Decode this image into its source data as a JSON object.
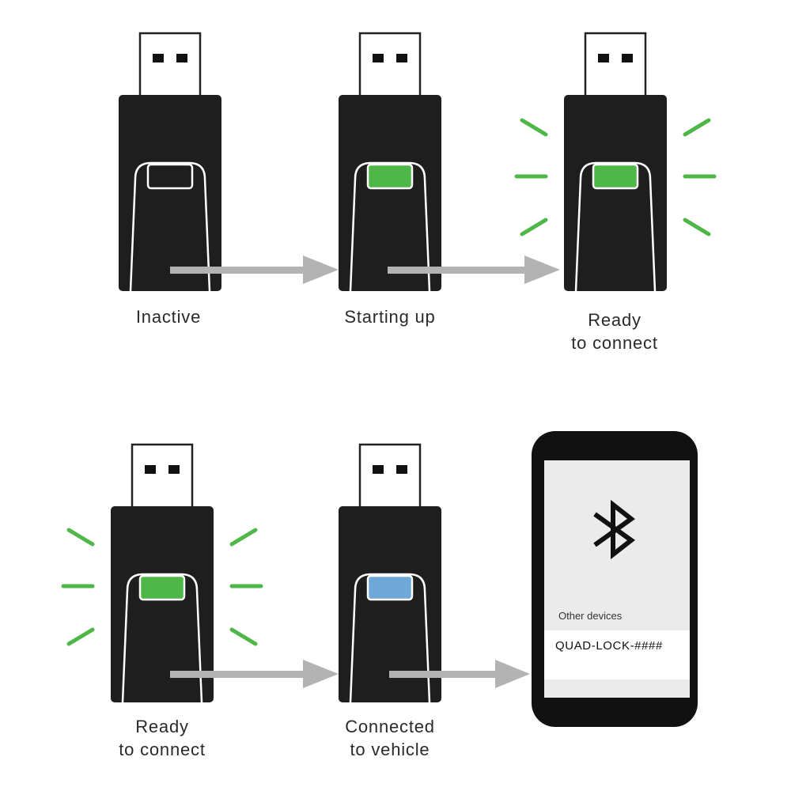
{
  "colors": {
    "background": "#ffffff",
    "device_body": "#1e1e1e",
    "outline": "#ffffff",
    "led_off": "#1e1e1e",
    "led_green": "#4fb748",
    "led_blue": "#6fa8d8",
    "glow": "#4fb748",
    "arrow": "#b3b3b3",
    "phone_frame": "#111111",
    "phone_screen": "#ebebeb"
  },
  "states": [
    {
      "line1": "Inactive",
      "line2": "",
      "led": "off",
      "glow": false
    },
    {
      "line1": "Starting up",
      "line2": "",
      "led": "green",
      "glow": false
    },
    {
      "line1": "Ready",
      "line2": "to connect",
      "led": "green",
      "glow": true
    },
    {
      "line1": "Ready",
      "line2": "to connect",
      "led": "green",
      "glow": true
    },
    {
      "line1": "Connected",
      "line2": "to vehicle",
      "led": "blue",
      "glow": false
    }
  ],
  "phone": {
    "icon": "bluetooth-icon",
    "section_label": "Other devices",
    "device_name": "QUAD-LOCK-####"
  }
}
